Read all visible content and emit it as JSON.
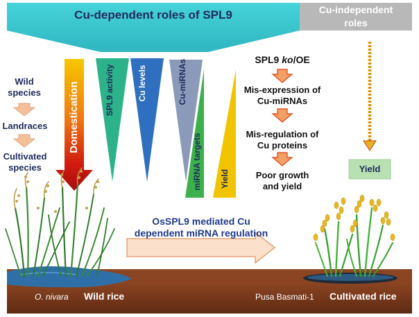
{
  "header": {
    "cu_dependent_title": "Cu-dependent roles of SPL9",
    "cu_independent_line1": "Cu-independent",
    "cu_independent_line2": "roles"
  },
  "evolution": {
    "steps": [
      "Wild species",
      "Landraces",
      "Cultivated species"
    ]
  },
  "domestication_label": "Domestication",
  "wedges": [
    {
      "label": "SPL9 activity",
      "color": "#2db38a"
    },
    {
      "label": "Cu levels",
      "color": "#2f6fbf"
    },
    {
      "label": "Cu-miRNAs",
      "color": "#8a9ab8"
    },
    {
      "label": "miRNA targets",
      "color": "#3cb04a"
    },
    {
      "label": "Yield",
      "color": "#f2c400"
    }
  ],
  "pathway": {
    "title_prefix": "SPL9 ",
    "title_italic": "ko",
    "title_suffix": "/OE",
    "step1": "Mis-expression of Cu-miRNAs",
    "step2": "Mis-regulation of Cu proteins",
    "step3": "Poor growth and yield"
  },
  "cu_independent_yield": "Yield",
  "mediation_text": "OsSPL9 mediated Cu dependent miRNA regulation",
  "soil": {
    "wild_species_name": "O. nivara",
    "wild_label": "Wild rice",
    "cultivar_name": "Pusa Basmati-1",
    "cultivated_label": "Cultivated rice"
  },
  "colors": {
    "header_teal": "#3ec8d0",
    "header_gray": "#b8b8b8",
    "arrow_peach": "#f4c09a",
    "soil_brown": "#7a3a1c",
    "water_blue": "#2f6fa8",
    "yield_box": "#b8e0b0",
    "text_navy": "#1f2a5c"
  }
}
